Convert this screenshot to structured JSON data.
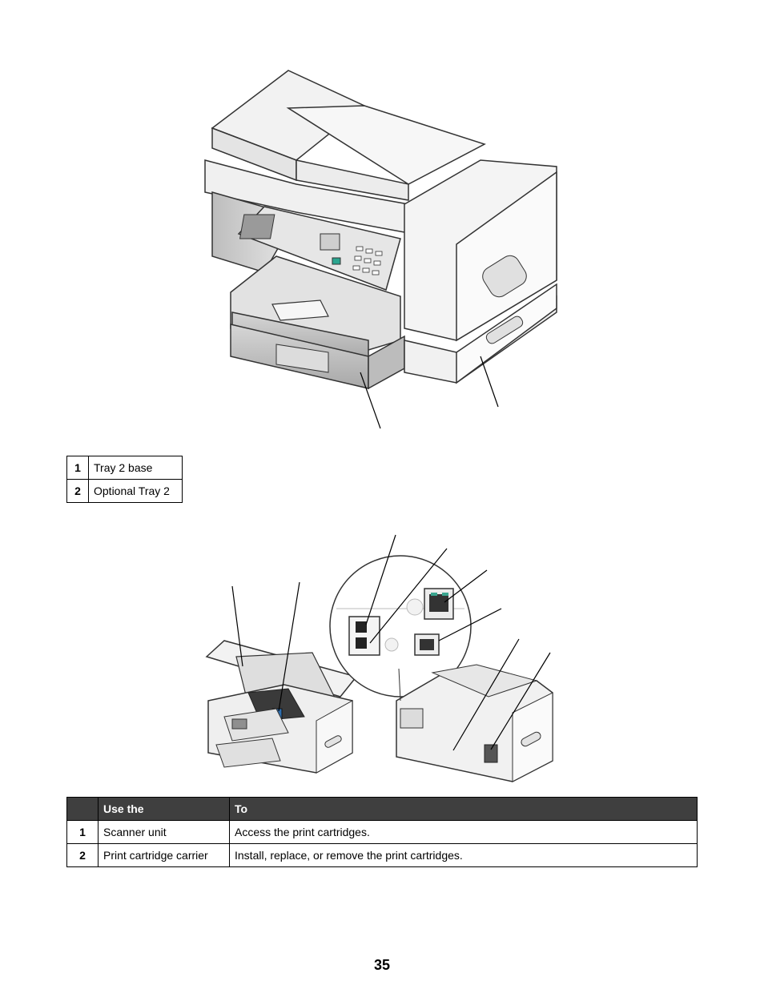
{
  "tray_table": {
    "rows": [
      {
        "num": "1",
        "label": "Tray 2 base"
      },
      {
        "num": "2",
        "label": "Optional Tray 2"
      }
    ]
  },
  "parts_table": {
    "headers": {
      "num": "",
      "use": "Use the",
      "to": "To"
    },
    "rows": [
      {
        "num": "1",
        "use": "Scanner unit",
        "to": "Access the print cartridges."
      },
      {
        "num": "2",
        "use": "Print cartridge carrier",
        "to": "Install, replace, or remove the print cartridges."
      }
    ]
  },
  "page_number": "35"
}
